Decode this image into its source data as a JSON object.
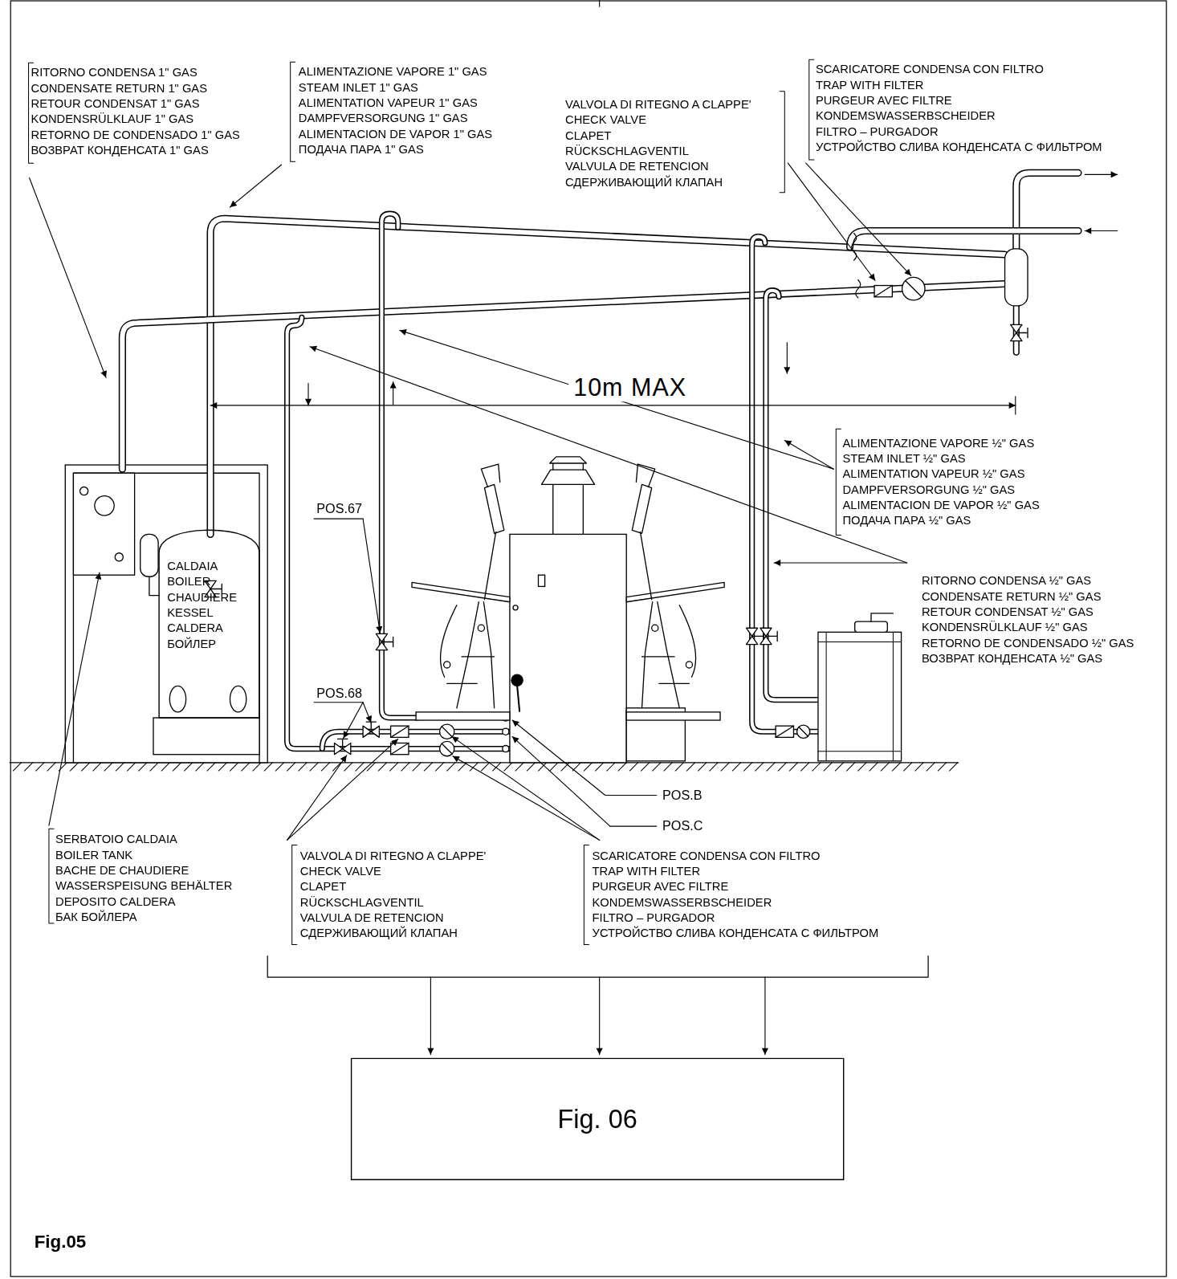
{
  "diagram": {
    "caption": "Fig.05",
    "nodes": [
      {
        "text": [
          "CALDAIA",
          "BOILER",
          "CHAUDIERE",
          "KESSEL",
          "CALDERA",
          "БОЙЛЕР"
        ]
      },
      {
        "text": [
          "Fig. 06"
        ]
      }
    ],
    "labels": [
      "RITORNO CONDENSA 1\" GAS",
      "CONDENSATE RETURN 1\" GAS",
      "RETOUR CONDENSAT 1\" GAS",
      "KONDENSRÜLKLAUF 1\" GAS",
      "RETORNO DE CONDENSADO 1\" GAS",
      "ВОЗВРАТ КОНДЕНСАТА 1\" GAS",
      "ALIMENTAZIONE VAPORE 1\" GAS",
      "STEAM INLET 1\" GAS",
      "ALIMENTATION VAPEUR 1\" GAS",
      "DAMPFVERSORGUNG 1\" GAS",
      "ALIMENTACION DE VAPOR 1\" GAS",
      "ПОДАЧА ПАРА 1\" GAS",
      "VALVOLA DI RITEGNO A CLAPPE'",
      "CHECK VALVE",
      "CLAPET",
      "RÜCKSCHLAGVENTIL",
      "VALVULA DE RETENCION",
      "СДЕРЖИВАЮЩИЙ КЛАПАН",
      "SCARICATORE CONDENSA CON FILTRO",
      "TRAP WITH FILTER",
      "PURGEUR AVEC FILTRE",
      "KONDEMSWASSERBSCHEIDER",
      "FILTRO – PURGADOR",
      "УСТРОЙСТВО СЛИВА КОНДЕНСАТА С ФИЛЬТРОМ",
      "10m MAX",
      "ALIMENTAZIONE VAPORE ½\" GAS",
      "STEAM INLET ½\" GAS",
      "ALIMENTATION VAPEUR ½\" GAS",
      "DAMPFVERSORGUNG ½\" GAS",
      "ALIMENTACION DE VAPOR ½\" GAS",
      "ПОДАЧА ПАРА ½\" GAS",
      "POS.67",
      "RITORNO CONDENSA ½\" GAS",
      "CONDENSATE RETURN ½\" GAS",
      "RETOUR CONDENSAT ½\" GAS",
      "KONDENSRÜLKLAUF ½\" GAS",
      "RETORNO DE CONDENSADO ½\" GAS",
      "ВОЗВРАТ КОНДЕНСАТА ½\" GAS",
      "POS.68",
      "POS.B",
      "POS.C",
      "SERBATOIO CALDAIA",
      "BOILER TANK",
      "BACHE DE CHAUDIERE",
      "WASSERSPEISUNG BEHÄLTER",
      "DEPOSITO CALDERA",
      "БАК БОЙЛЕРА",
      "VALVOLA DI RITEGNO A CLAPPE'",
      "CHECK VALVE",
      "CLAPET",
      "RÜCKSCHLAGVENTIL",
      "VALVULA DE RETENCION",
      "СДЕРЖИВАЮЩИЙ КЛАПАН",
      "SCARICATORE CONDENSA CON FILTRO",
      "TRAP WITH FILTER",
      "PURGEUR AVEC FILTRE",
      "KONDEMSWASSERBSCHEIDER",
      "FILTRO – PURGADOR",
      "УСТРОЙСТВО СЛИВА КОНДЕНСАТА С ФИЛЬТРОМ"
    ]
  }
}
